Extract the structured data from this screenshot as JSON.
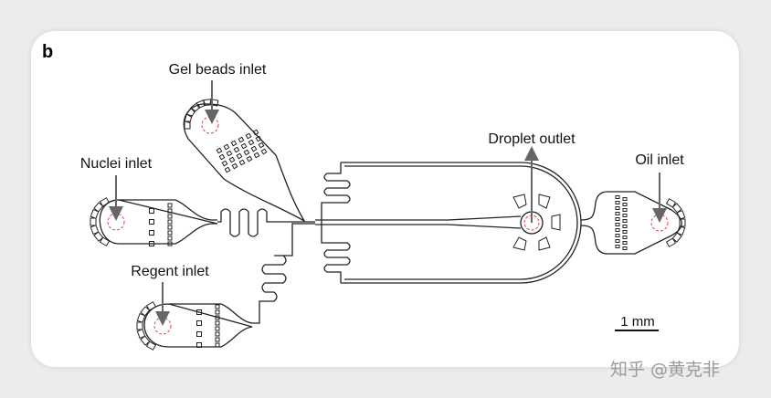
{
  "panel_label": "b",
  "labels": {
    "gel_beads": "Gel beads inlet",
    "nuclei": "Nuclei inlet",
    "regent": "Regent inlet",
    "droplet": "Droplet outlet",
    "oil": "Oil inlet"
  },
  "scale_bar": "1 mm",
  "watermark": "知乎 @黄克非"
}
